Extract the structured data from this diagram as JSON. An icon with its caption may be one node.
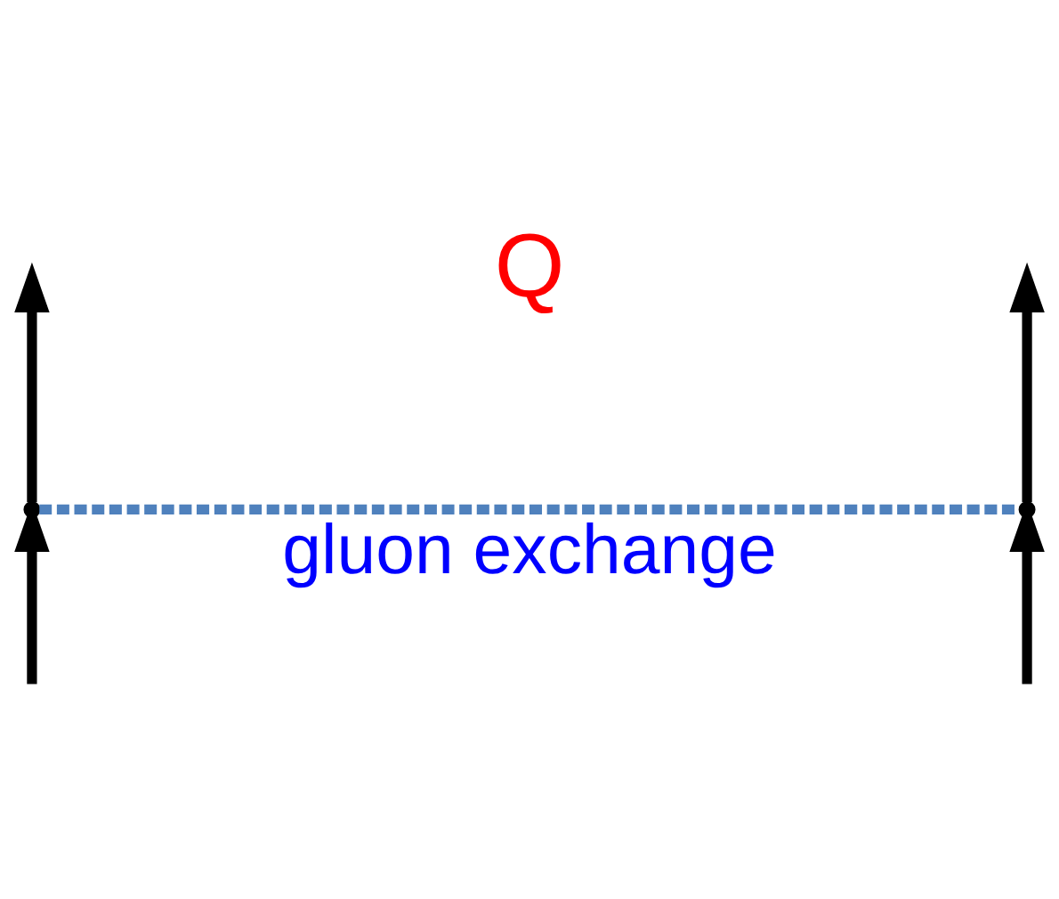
{
  "diagram": {
    "nodes": [
      {
        "text": [],
        "shape": "point"
      },
      {
        "text": [],
        "shape": "point"
      }
    ],
    "edges": [
      {
        "from": 0,
        "to": null,
        "arrow": "to"
      },
      {
        "from": null,
        "to": 0,
        "arrow": "to"
      },
      {
        "from": 0,
        "to": 1,
        "arrow": "none",
        "style": "dashed",
        "color": "#4f81bd",
        "label": "gluon exchange"
      },
      {
        "from": 1,
        "to": null,
        "arrow": "to"
      },
      {
        "from": null,
        "to": 1,
        "arrow": "to"
      }
    ],
    "labels": [
      "Q"
    ]
  }
}
